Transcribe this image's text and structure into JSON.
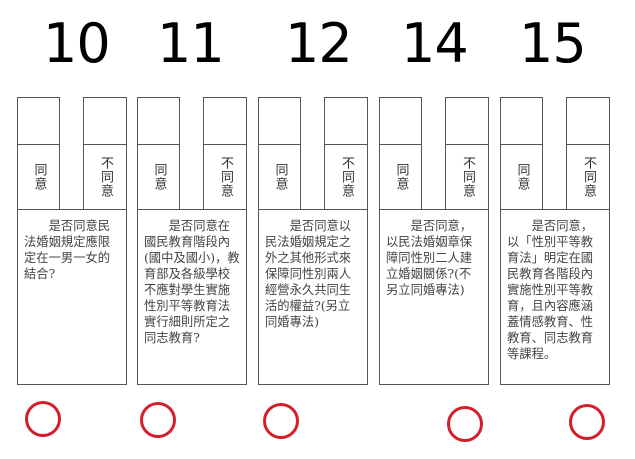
{
  "ballots": [
    {
      "number": "10",
      "agree_label": "同意",
      "disagree_label": "不同意",
      "question": "是否同意民法婚姻規定應限定在一男一女的結合?",
      "circled": true
    },
    {
      "number": "11",
      "agree_label": "同意",
      "disagree_label": "不同意",
      "question": "是否同意在國民教育階段內(國中及國小)，教育部及各級學校不應對學生實施性別平等教育法實行細則所定之同志教育?",
      "circled": true
    },
    {
      "number": "12",
      "agree_label": "同意",
      "disagree_label": "不同意",
      "question": "是否同意以民法婚姻規定之外之其他形式來保障同性別兩人經營永久共同生活的權益?(另立同婚專法)",
      "circled": true
    },
    {
      "number": "14",
      "agree_label": "同意",
      "disagree_label": "不同意",
      "question": "是否同意，以民法婚姻章保障同性別二人建立婚姻關係?(不另立同婚專法)",
      "circled": true
    },
    {
      "number": "15",
      "agree_label": "同意",
      "disagree_label": "不同意",
      "question": "是否同意，以「性別平等教育法」明定在國民教育各階段內實施性別平等教育，且內容應涵蓋情感教育、性教育、同志教育等課程。",
      "circled": true
    }
  ],
  "colors": {
    "circle": "#d41f2a",
    "border": "#555555",
    "text": "#444444"
  }
}
